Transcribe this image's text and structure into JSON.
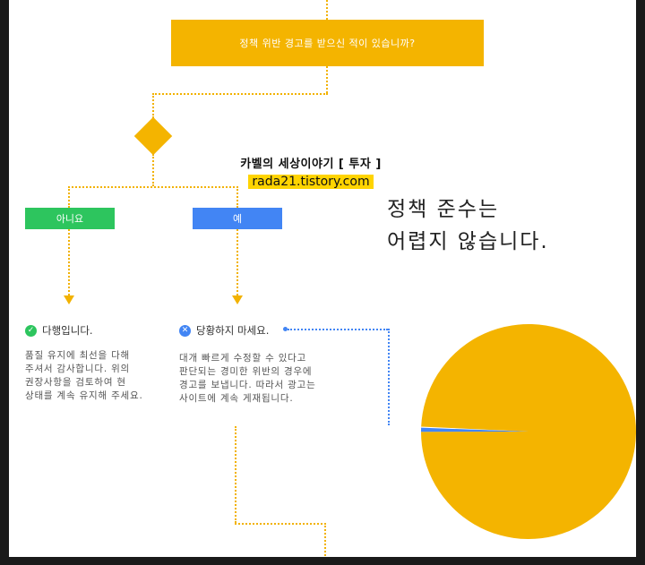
{
  "flow": {
    "question": "정책 위반 경고를 받으신 적이 있습니까?",
    "no_label": "아니요",
    "yes_label": "예"
  },
  "outcome_no": {
    "title": "다행입니다.",
    "body": [
      "품질 유지에 최선을 다해",
      "주셔서 감사합니다. 위의",
      "권장사항을 검토하여 현",
      "상태를 계속 유지해 주세요."
    ],
    "icon": "check-circle-icon",
    "color": "#2dc55e"
  },
  "outcome_yes": {
    "title": "당황하지 마세요.",
    "body": [
      "대개 빠르게 수정할 수 있다고",
      "판단되는 경미한 위반의 경우에",
      "경고를 보냅니다. 따라서 광고는",
      "사이트에 계속 게재됩니다."
    ],
    "icon": "x-circle-icon",
    "color": "#4285f4"
  },
  "watermark": {
    "title": "카벨의 세상이야기 [ 투자 ]",
    "url": "rada21.tistory.com"
  },
  "headline": [
    "정책 준수는",
    "어렵지 않습니다."
  ],
  "colors": {
    "accent": "#f4b400",
    "green": "#2dc55e",
    "blue": "#4285f4"
  },
  "chart_data": {
    "type": "pie",
    "slices": [
      {
        "color": "#f4b400",
        "value": 99.3
      },
      {
        "color": "#4285f4",
        "value": 0.7
      }
    ]
  }
}
